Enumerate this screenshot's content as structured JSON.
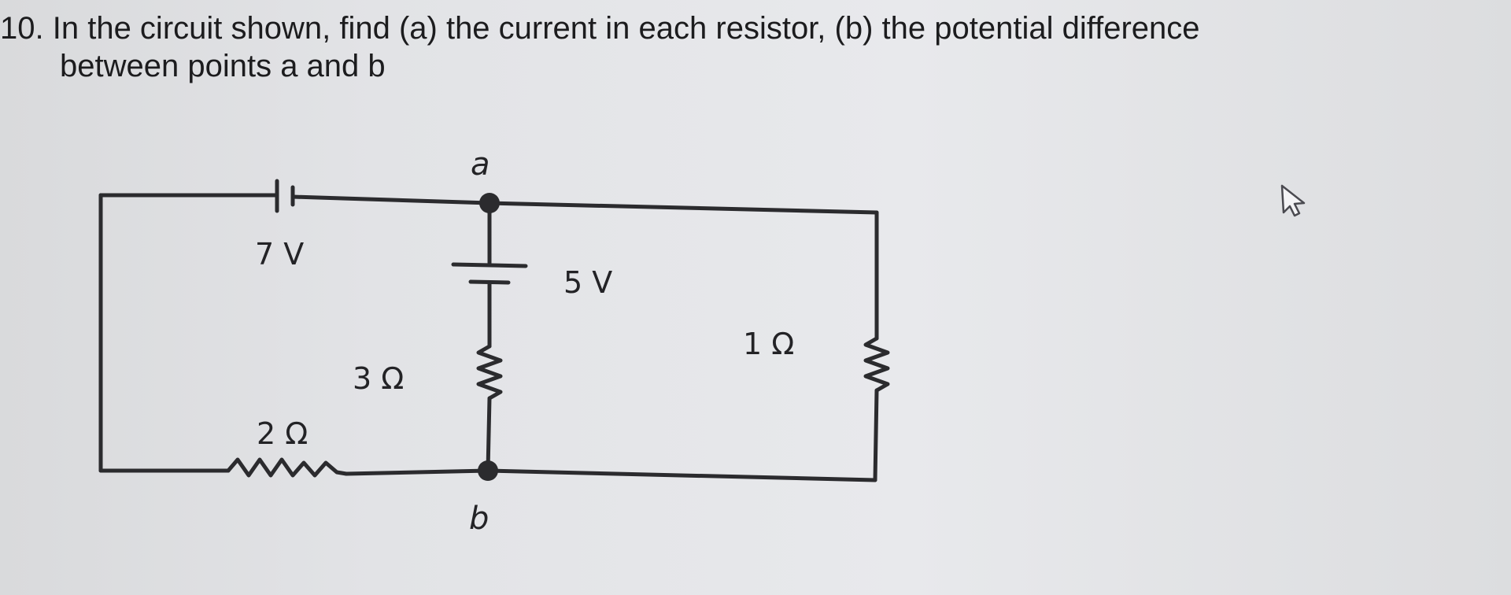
{
  "question": {
    "number": "10.",
    "line1": "In the circuit shown, find (a) the current in each resistor, (b) the potential difference",
    "line2": "between points a and b"
  },
  "circuit": {
    "node_a": "a",
    "node_b": "b",
    "battery_left": "7 V",
    "battery_middle": "5 V",
    "resistor_middle": "3 Ω",
    "resistor_right": "1 Ω",
    "resistor_bottom": "2 Ω"
  },
  "colors": {
    "ink": "#2b2b2e",
    "background": "#e6e6e8"
  },
  "icons": {
    "cursor": "mouse-pointer-icon"
  }
}
